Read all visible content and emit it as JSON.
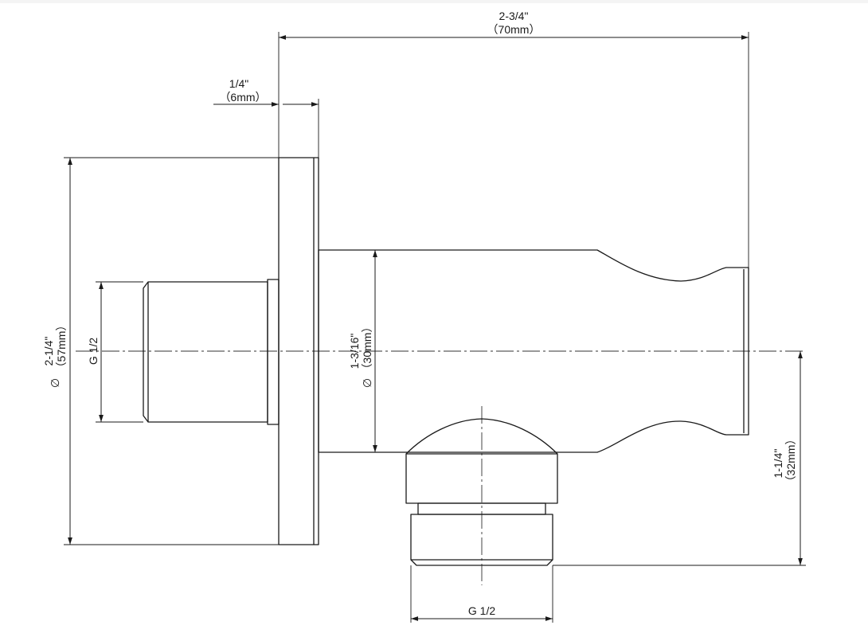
{
  "dimensions": {
    "overall_length": {
      "imperial": "2-3/4\"",
      "metric": "（70mm）"
    },
    "flange_thickness": {
      "imperial": "1/4\"",
      "metric": "（6mm）"
    },
    "flange_diameter": {
      "imperial": "2-1/4\"",
      "metric": "（57mm）",
      "symbol": "∅"
    },
    "body_diameter": {
      "imperial": "1-3/16\"",
      "metric": "（30mm）",
      "symbol": "∅"
    },
    "outlet_height": {
      "imperial": "1-1/4\"",
      "metric": "（32mm）"
    }
  },
  "threads": {
    "inlet": "G 1/2",
    "outlet": "G 1/2"
  }
}
